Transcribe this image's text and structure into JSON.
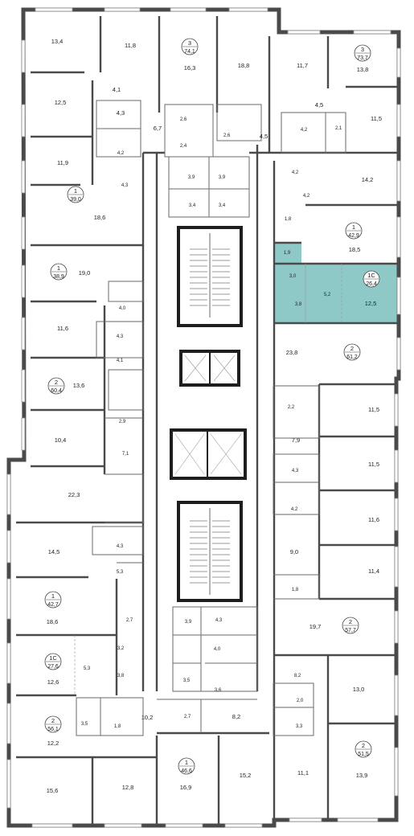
{
  "highlight_color": "#8fc9c7",
  "apartments": [
    {
      "type": "3",
      "area": "74,1"
    },
    {
      "type": "3",
      "area": "73,7"
    },
    {
      "type": "1",
      "area": "39,0"
    },
    {
      "type": "1",
      "area": "42,9"
    },
    {
      "type": "1",
      "area": "38,9"
    },
    {
      "type": "1С",
      "area": "26,4"
    },
    {
      "type": "2",
      "area": "61,2"
    },
    {
      "type": "2",
      "area": "60,4"
    },
    {
      "type": "1",
      "area": "42,7"
    },
    {
      "type": "2",
      "area": "57,7"
    },
    {
      "type": "1С",
      "area": "27,6"
    },
    {
      "type": "2",
      "area": "56,1"
    },
    {
      "type": "2",
      "area": "51,5"
    },
    {
      "type": "1",
      "area": "46,6"
    }
  ],
  "rooms": [
    "13,4",
    "11,8",
    "16,3",
    "18,8",
    "11,7",
    "13,8",
    "4,1",
    "12,5",
    "4,3",
    "6,7",
    "2,6",
    "2,4",
    "2,6",
    "4,5",
    "4,2",
    "2,1",
    "11,5",
    "4,5",
    "4,2",
    "11,9",
    "4,2",
    "14,2",
    "4,3",
    "3,9",
    "3,9",
    "4,2",
    "3,4",
    "3,4",
    "18,6",
    "1,8",
    "18,5",
    "1,9",
    "19,0",
    "3,0",
    "5,2",
    "12,5",
    "3,8",
    "4,0",
    "11,6",
    "4,3",
    "23,8",
    "4,1",
    "13,6",
    "2,2",
    "11,5",
    "2,9",
    "7,9",
    "10,4",
    "7,1",
    "11,5",
    "4,3",
    "22,3",
    "4,2",
    "11,6",
    "4,3",
    "14,5",
    "9,0",
    "5,3",
    "11,4",
    "1,8",
    "2,7",
    "18,6",
    "3,9",
    "4,3",
    "19,7",
    "4,0",
    "3,2",
    "8,2",
    "5,3",
    "3,8",
    "12,6",
    "3,5",
    "3,6",
    "13,0",
    "2,0",
    "10,2",
    "3,5",
    "1,8",
    "3,3",
    "2,7",
    "8,2",
    "12,2",
    "11,1",
    "13,9",
    "16,9",
    "15,2",
    "15,6",
    "12,8"
  ]
}
